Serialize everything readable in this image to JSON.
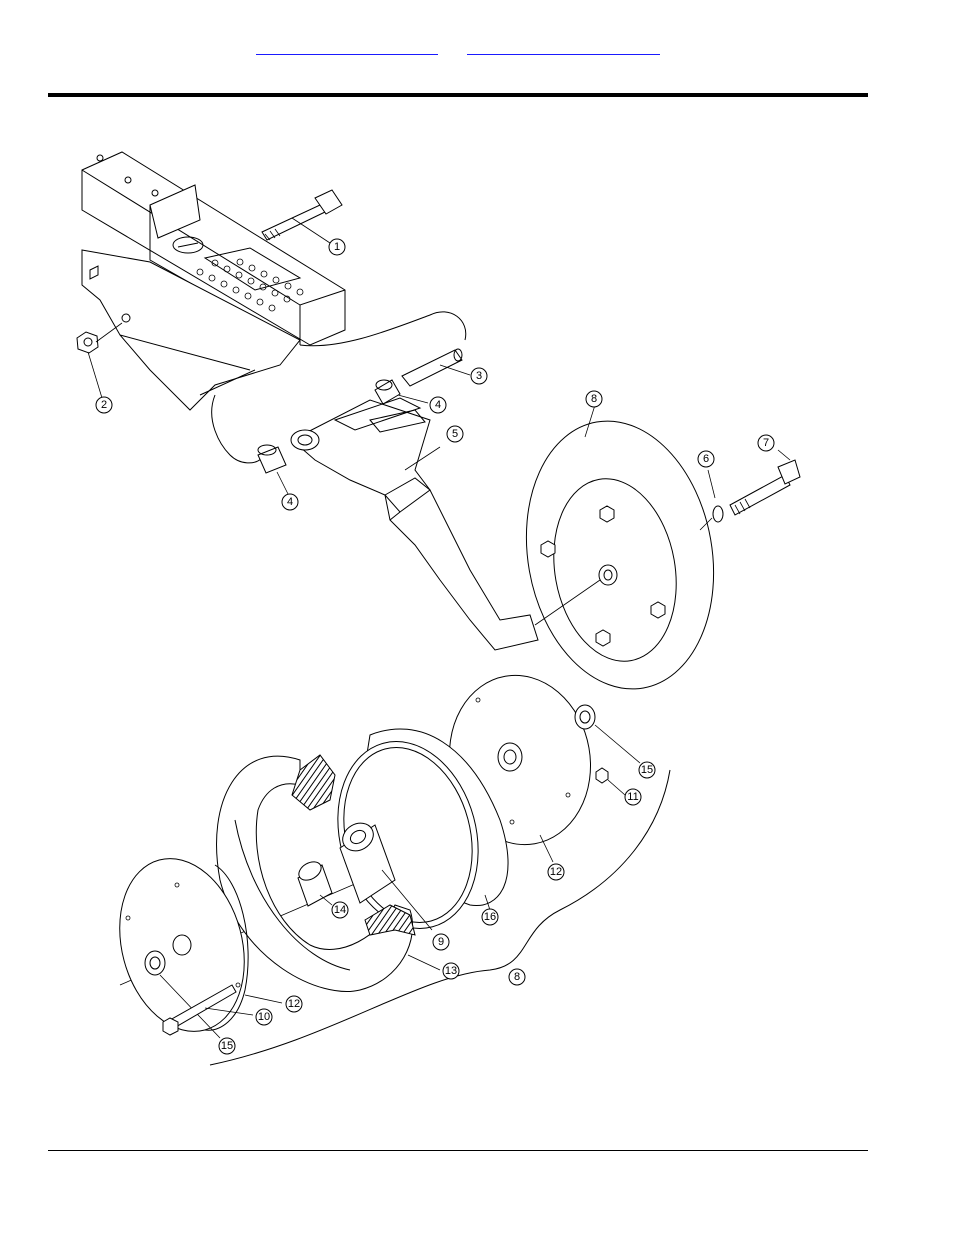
{
  "header": {
    "link_a": "",
    "link_b": ""
  },
  "callouts": [
    {
      "label": "1"
    },
    {
      "label": "2"
    },
    {
      "label": "3"
    },
    {
      "label": "4"
    },
    {
      "label": "4"
    },
    {
      "label": "5"
    },
    {
      "label": "6"
    },
    {
      "label": "7"
    },
    {
      "label": "8"
    },
    {
      "label": "15"
    },
    {
      "label": "11"
    },
    {
      "label": "12"
    },
    {
      "label": "16"
    },
    {
      "label": "9"
    },
    {
      "label": "14"
    },
    {
      "label": "13"
    },
    {
      "label": "8"
    },
    {
      "label": "12"
    },
    {
      "label": "10"
    },
    {
      "label": "15"
    }
  ]
}
